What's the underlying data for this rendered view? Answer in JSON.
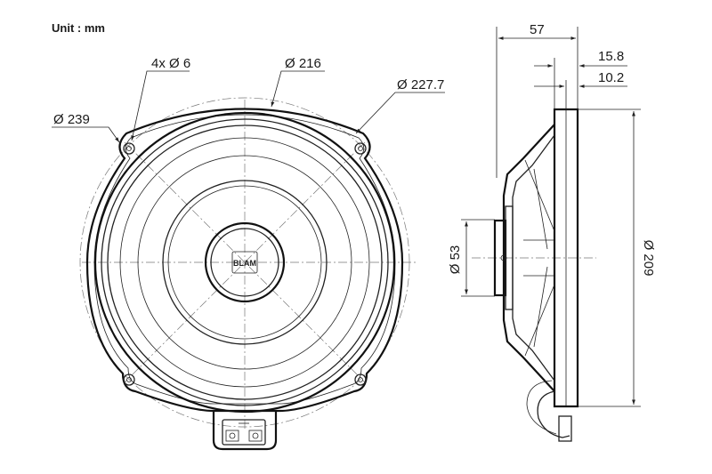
{
  "unit_label": "Unit : mm",
  "front_view": {
    "labels": {
      "mount_holes": "4x Ø 6",
      "cone_diameter": "Ø 216",
      "hole_circle_diameter": "Ø 227.7",
      "outer_diameter": "Ø 239"
    },
    "logo_text": "BLAM"
  },
  "side_view": {
    "labels": {
      "depth": "57",
      "flange_depth": "15.8",
      "flange_thickness": "10.2",
      "magnet_diameter": "Ø 53",
      "frame_height": "Ø 209"
    }
  }
}
